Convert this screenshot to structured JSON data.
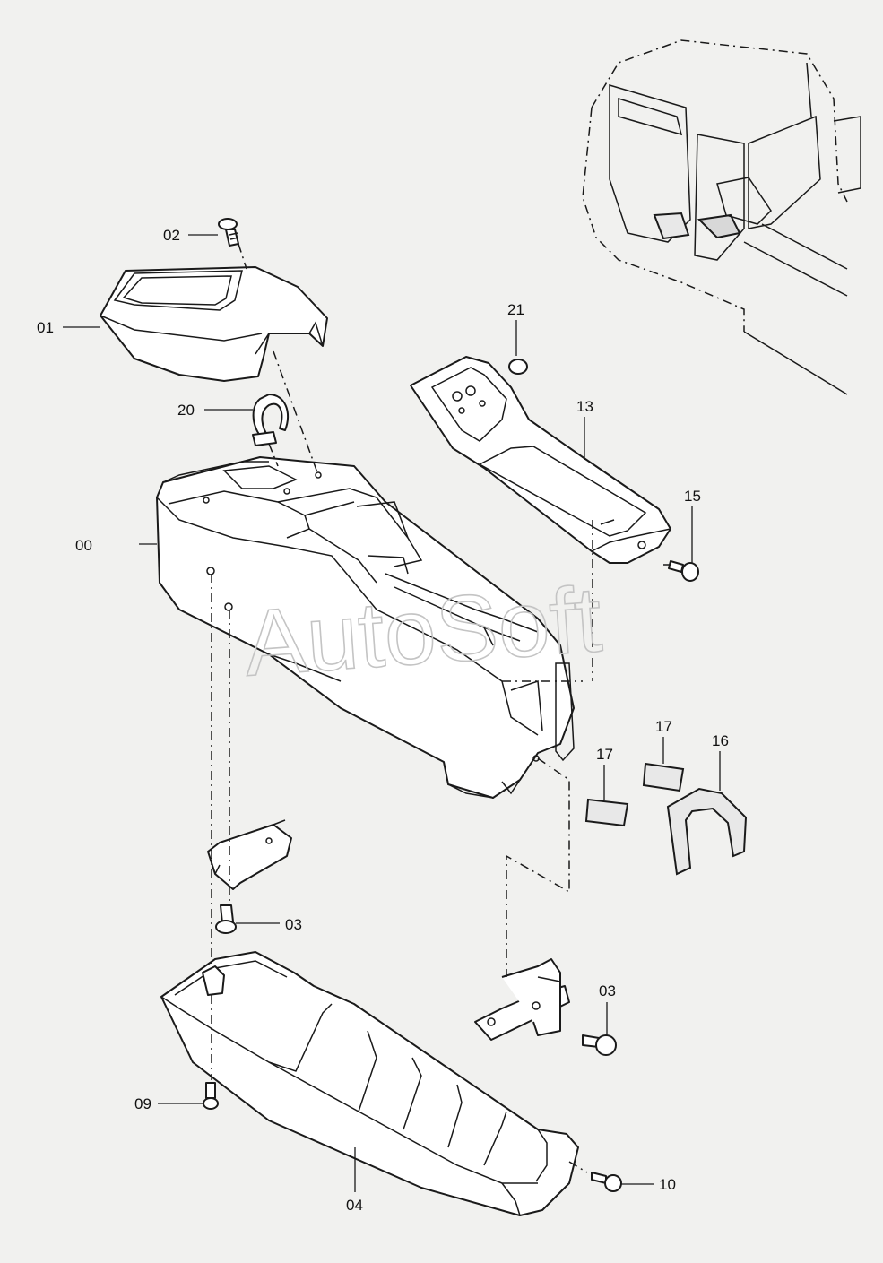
{
  "watermark": "AutoSoft",
  "callouts": [
    {
      "id": "callout-00",
      "text": "00"
    },
    {
      "id": "callout-01",
      "text": "01"
    },
    {
      "id": "callout-02",
      "text": "02"
    },
    {
      "id": "callout-03-upper",
      "text": "03"
    },
    {
      "id": "callout-03-lower",
      "text": "03"
    },
    {
      "id": "callout-04",
      "text": "04"
    },
    {
      "id": "callout-09",
      "text": "09"
    },
    {
      "id": "callout-10",
      "text": "10"
    },
    {
      "id": "callout-13",
      "text": "13"
    },
    {
      "id": "callout-15",
      "text": "15"
    },
    {
      "id": "callout-16",
      "text": "16"
    },
    {
      "id": "callout-17-left",
      "text": "17"
    },
    {
      "id": "callout-17-right",
      "text": "17"
    },
    {
      "id": "callout-20",
      "text": "20"
    },
    {
      "id": "callout-21",
      "text": "21"
    }
  ]
}
